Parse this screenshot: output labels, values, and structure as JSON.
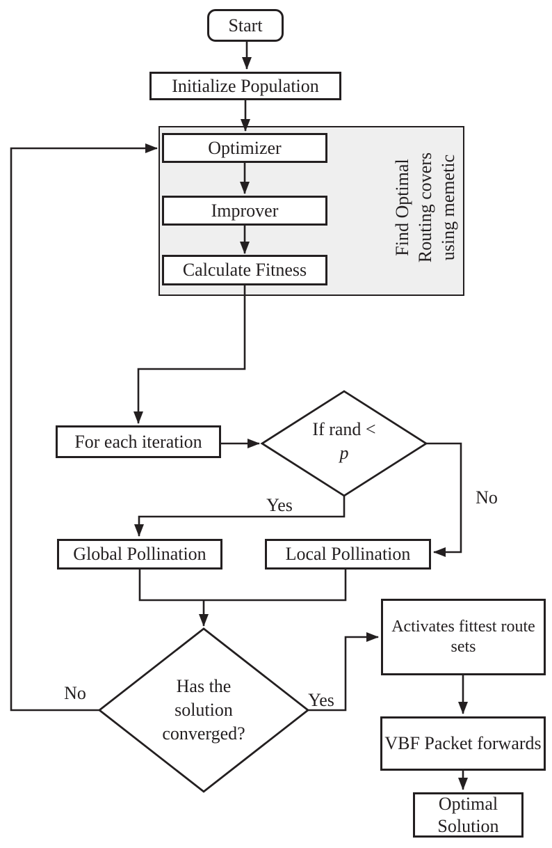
{
  "colors": {
    "line": "#231f20",
    "group_fill": "#efefef",
    "box_fill": "#ffffff",
    "background": "#ffffff"
  },
  "nodes": {
    "start": "Start",
    "initialize": "Initialize Population",
    "optimizer": "Optimizer",
    "improver": "Improver",
    "calculate_fitness": "Calculate Fitness",
    "for_each_iteration": "For each iteration",
    "global_pollination": "Global Pollination",
    "local_pollination": "Local Pollination",
    "activates_fittest": "Activates fittest route sets",
    "vbf_forwards": "VBF Packet forwards",
    "optimal_solution": "Optimal Solution"
  },
  "memetic_group": {
    "label_lines": [
      "Find Optimal",
      "Routing covers",
      "using memetic"
    ]
  },
  "decisions": {
    "rand": {
      "line1": "If rand <",
      "line2": "p"
    },
    "converged": {
      "line1": "Has the",
      "line2": "solution",
      "line3": "converged?"
    }
  },
  "edge_labels": {
    "rand_yes": "Yes",
    "rand_no": "No",
    "converged_yes": "Yes",
    "converged_no": "No"
  }
}
